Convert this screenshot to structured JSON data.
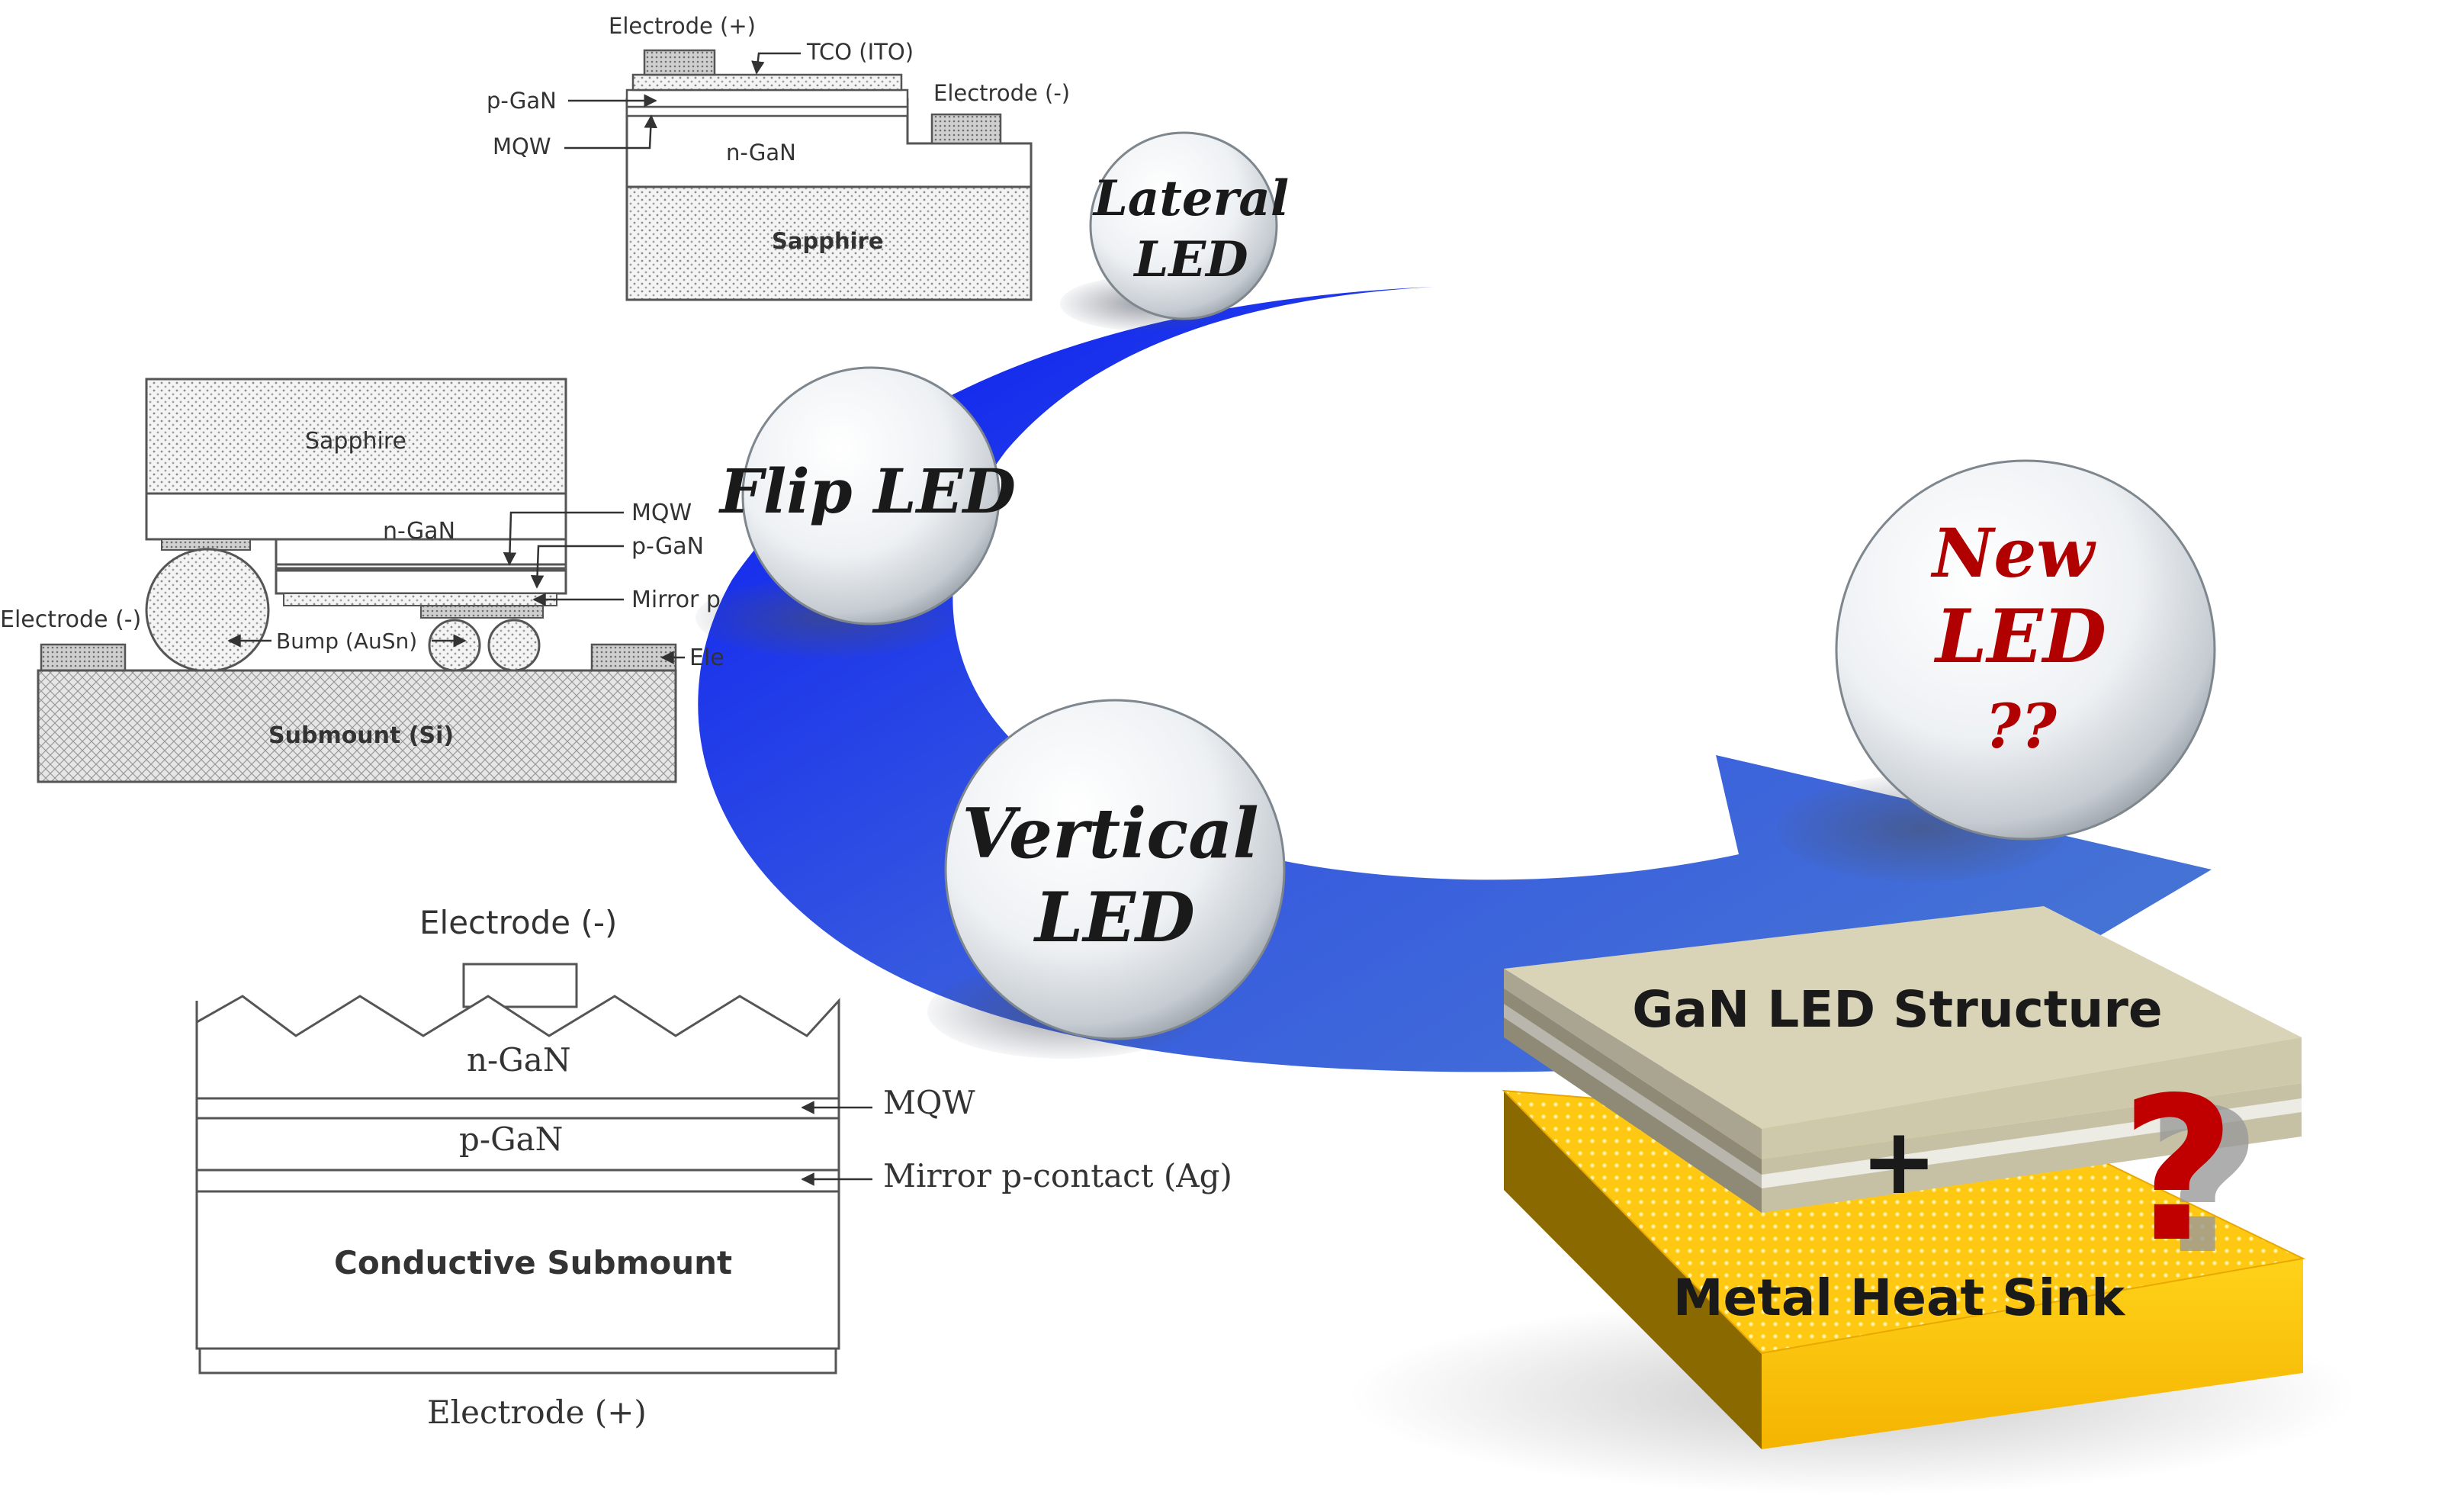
{
  "lateral": {
    "electrode_pos": "Electrode (+)",
    "tco": "TCO (ITO)",
    "electrode_neg": "Electrode (-)",
    "p_gan": "p-GaN",
    "mqw": "MQW",
    "n_gan": "n-GaN",
    "sapphire": "Sapphire"
  },
  "flip": {
    "sapphire": "Sapphire",
    "n_gan": "n-GaN",
    "mqw": "MQW",
    "p_gan": "p-GaN",
    "mirror": "Mirror p",
    "electrode_neg": "Electrode (-)",
    "bump": "Bump (AuSn)",
    "electrode_pos_partial": "Ele",
    "submount": "Submount (Si)"
  },
  "vertical": {
    "electrode_neg": "Electrode (-)",
    "n_gan": "n-GaN",
    "mqw": "MQW",
    "p_gan": "p-GaN",
    "mirror": "Mirror p-contact (Ag)",
    "submount": "Conductive Submount",
    "electrode_pos": "Electrode (+)"
  },
  "bubbles": {
    "lateral_1": "Lateral",
    "lateral_2": "LED",
    "flip": "Flip LED",
    "vertical_1": "Vertical",
    "vertical_2": "LED",
    "new_1": "New",
    "new_2": "LED",
    "new_3": "??"
  },
  "blocks": {
    "gan": "GaN LED Structure",
    "plus": "+",
    "metal": "Metal Heat Sink",
    "question": "?"
  },
  "colors": {
    "arrow_dark": "#0a18f0",
    "arrow_light": "#4a7ad4",
    "new_led_text": "#b00000",
    "gan_top": "#d8d2b6",
    "metal_top": "#ffcc11",
    "question_red": "#c00000"
  }
}
